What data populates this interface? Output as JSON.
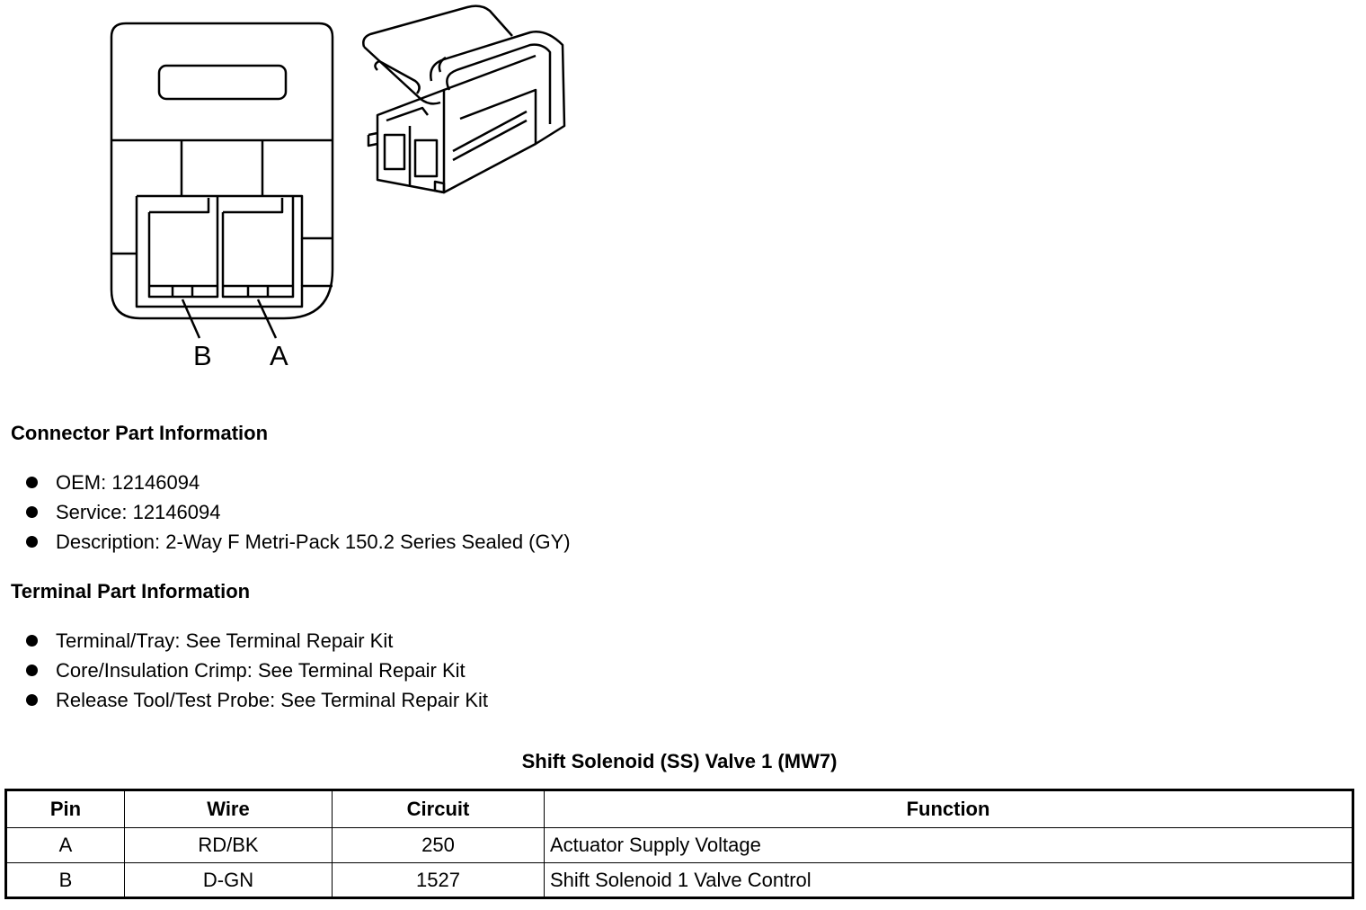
{
  "figure": {
    "pin_labels": {
      "b": "B",
      "a": "A"
    }
  },
  "connector_section": {
    "heading": "Connector Part Information",
    "items": [
      "OEM: 12146094",
      "Service: 12146094",
      "Description: 2-Way F Metri-Pack 150.2 Series Sealed (GY)"
    ]
  },
  "terminal_section": {
    "heading": "Terminal Part Information",
    "items": [
      "Terminal/Tray: See Terminal Repair Kit",
      "Core/Insulation Crimp: See Terminal Repair Kit",
      "Release Tool/Test Probe: See Terminal Repair Kit"
    ]
  },
  "pin_table": {
    "title": "Shift Solenoid (SS) Valve 1 (MW7)",
    "headers": [
      "Pin",
      "Wire",
      "Circuit",
      "Function"
    ],
    "rows": [
      [
        "A",
        "RD/BK",
        "250",
        "Actuator Supply Voltage"
      ],
      [
        "B",
        "D-GN",
        "1527",
        "Shift Solenoid 1 Valve Control"
      ]
    ]
  }
}
